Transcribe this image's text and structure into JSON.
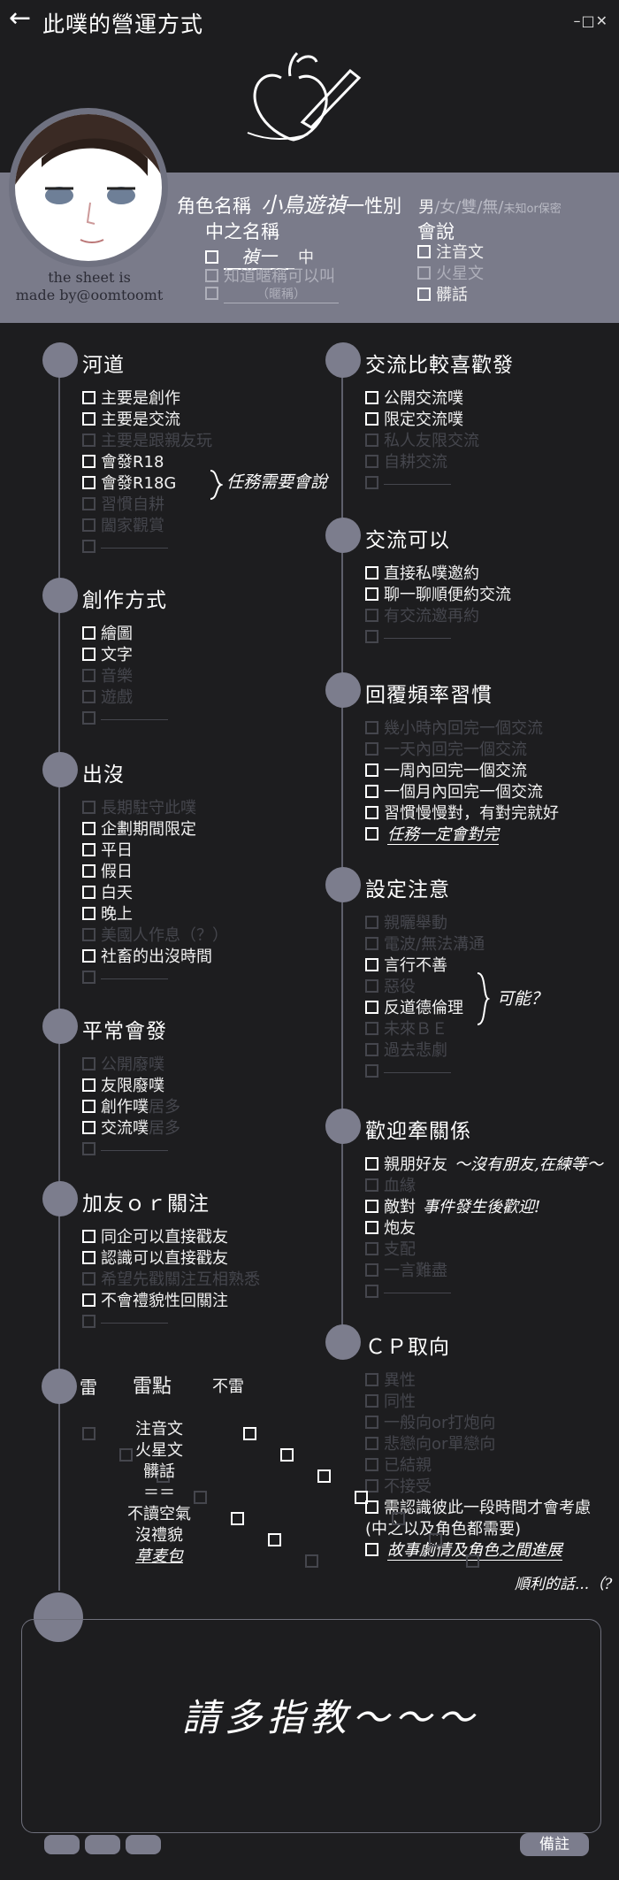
{
  "window": {
    "title": "此噗的營運方式",
    "back_glyph": "←",
    "controls": "–□✕"
  },
  "colors": {
    "bg": "#1d1d1f",
    "band": "#7a7b8a",
    "circle": "#7c7d8d",
    "dim": "#45464d"
  },
  "credit": {
    "line1": "the sheet is",
    "line2": "made by@oomtoomt"
  },
  "profile": {
    "name_label": "角色名稱",
    "name_value": "小鳥遊禎",
    "gender_label": "一性別",
    "gender_opts": [
      {
        "t": "男",
        "sel": true
      },
      {
        "t": "/女/雙/無/",
        "sel": false
      },
      {
        "t": "未知or保密",
        "sel": false
      }
    ],
    "zhong_label": "中之名稱",
    "zhong_value": "禎一",
    "zhong_suffix": "中",
    "zhong_opt2": "知道暱稱可以叫",
    "zhong_opt3": "（暱稱）",
    "speak_label": "會說",
    "speak_items": [
      {
        "t": "注音文",
        "sel": true
      },
      {
        "t": "火星文",
        "sel": false
      },
      {
        "t": "髒話",
        "sel": true
      }
    ]
  },
  "left_sections": [
    {
      "title": "河道",
      "items": [
        {
          "t": "主要是創作",
          "on": true
        },
        {
          "t": "主要是交流",
          "on": true
        },
        {
          "t": "主要是跟親友玩",
          "on": false
        },
        {
          "t": "會發R18",
          "on": true
        },
        {
          "t": "會發R18G",
          "on": true
        },
        {
          "t": "習慣自耕",
          "on": false
        },
        {
          "t": "闔家觀賞",
          "on": false
        },
        {
          "t": "",
          "on": false
        }
      ],
      "note": "任務需要會說"
    },
    {
      "title": "創作方式",
      "items": [
        {
          "t": "繪圖",
          "on": true
        },
        {
          "t": "文字",
          "on": true
        },
        {
          "t": "音樂",
          "on": false
        },
        {
          "t": "遊戲",
          "on": false
        },
        {
          "t": "",
          "on": false
        }
      ]
    },
    {
      "title": "出沒",
      "items": [
        {
          "t": "長期駐守此噗",
          "on": false
        },
        {
          "t": "企劃期間限定",
          "on": true
        },
        {
          "t": "平日",
          "on": true
        },
        {
          "t": "假日",
          "on": true
        },
        {
          "t": "白天",
          "on": true
        },
        {
          "t": "晚上",
          "on": true
        },
        {
          "t": "美國人作息（？）",
          "on": false
        },
        {
          "t": "社畜的出沒時間",
          "on": true
        },
        {
          "t": "",
          "on": false
        }
      ]
    },
    {
      "title": "平常會發",
      "items": [
        {
          "t": "公開廢噗",
          "on": false
        },
        {
          "t": "友限廢噗",
          "on": true
        },
        {
          "t": "創作噗",
          "on": true,
          "tail": "居多"
        },
        {
          "t": "交流噗",
          "on": true,
          "tail": "居多"
        },
        {
          "t": "",
          "on": false
        }
      ]
    },
    {
      "title": "加友ｏｒ關注",
      "items": [
        {
          "t": "同企可以直接戳友",
          "on": true
        },
        {
          "t": "認識可以直接戳友",
          "on": true
        },
        {
          "t": "希望先戳關注互相熟悉",
          "on": false
        },
        {
          "t": "不會禮貌性回關注",
          "on": true
        },
        {
          "t": "",
          "on": false
        }
      ]
    }
  ],
  "mine": {
    "title": "雷",
    "col_head": "雷點",
    "col_right": "不雷",
    "rows": [
      {
        "t": "注音文",
        "l": false,
        "r": true
      },
      {
        "t": "火星文",
        "l": false,
        "r": true
      },
      {
        "t": "髒話",
        "l": false,
        "r": true
      },
      {
        "t": "＝＝",
        "l": false,
        "r": true
      },
      {
        "t": "不讀空氣",
        "l": true,
        "r": false
      },
      {
        "t": "沒禮貌",
        "l": true,
        "r": false
      },
      {
        "t": "草麦包",
        "l": false,
        "r": false
      }
    ]
  },
  "right_sections": [
    {
      "title": "交流比較喜歡發",
      "items": [
        {
          "t": "公開交流噗",
          "on": true
        },
        {
          "t": "限定交流噗",
          "on": true
        },
        {
          "t": "私人友限交流",
          "on": false
        },
        {
          "t": "自耕交流",
          "on": false
        },
        {
          "t": "",
          "on": false
        }
      ]
    },
    {
      "title": "交流可以",
      "items": [
        {
          "t": "直接私噗邀約",
          "on": true
        },
        {
          "t": "聊一聊順便約交流",
          "on": true
        },
        {
          "t": "有交流邀再約",
          "on": false
        },
        {
          "t": "",
          "on": false
        }
      ]
    },
    {
      "title": "回覆頻率習慣",
      "items": [
        {
          "t": "幾小時內回完一個交流",
          "on": false
        },
        {
          "t": "一天內回完一個交流",
          "on": false
        },
        {
          "t": "一周內回完一個交流",
          "on": true
        },
        {
          "t": "一個月內回完一個交流",
          "on": true
        },
        {
          "t": "習慣慢慢對，有對完就好",
          "on": true
        },
        {
          "t": "",
          "on": true,
          "hand": "任務一定會對完"
        }
      ]
    },
    {
      "title": "設定注意",
      "items": [
        {
          "t": "親曬舉動",
          "on": false
        },
        {
          "t": "電波/無法溝通",
          "on": false
        },
        {
          "t": "言行不善",
          "on": true
        },
        {
          "t": "惡役",
          "on": false
        },
        {
          "t": "反道德倫理",
          "on": true
        },
        {
          "t": "未來ＢＥ",
          "on": false
        },
        {
          "t": "過去悲劇",
          "on": false
        },
        {
          "t": "",
          "on": false
        }
      ],
      "note": "可能？"
    },
    {
      "title": "歡迎牽關係",
      "items": [
        {
          "t": "親朋好友",
          "on": true,
          "hand": "～沒有朋友,在練等～"
        },
        {
          "t": "血緣",
          "on": false
        },
        {
          "t": "敵對",
          "on": true,
          "hand": "事件發生後歡迎!"
        },
        {
          "t": "炮友",
          "on": true
        },
        {
          "t": "支配",
          "on": false
        },
        {
          "t": "一言難盡",
          "on": false
        },
        {
          "t": "",
          "on": false
        }
      ]
    },
    {
      "title": "ＣＰ取向",
      "items": [
        {
          "t": "異性",
          "on": false
        },
        {
          "t": "同性",
          "on": false
        },
        {
          "t": "一般向or打炮向",
          "on": false
        },
        {
          "t": "悲戀向or單戀向",
          "on": false
        },
        {
          "t": "已結親",
          "on": false
        },
        {
          "t": "不接受",
          "on": false
        },
        {
          "t": "需認識彼此一段時間才會考慮",
          "on": true
        },
        {
          "t": "(中之以及角色都需要)",
          "on": true,
          "nobox": true
        },
        {
          "t": "",
          "on": true,
          "hand": "故事劇情及角色之間進展"
        }
      ],
      "tail_note": "順利的話...（?"
    }
  ],
  "footer": {
    "greeting": "請多指教～～～",
    "remark": "備註"
  }
}
